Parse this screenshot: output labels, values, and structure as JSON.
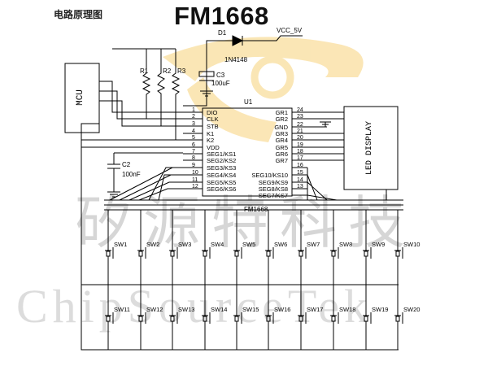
{
  "header": {
    "section_label": "电路原理图",
    "part_number": "FM1668"
  },
  "watermark": {
    "cn_text": "矽源特科技",
    "en_text": "ChipSourceTek",
    "logo_color": "#f7d27a",
    "text_color": "#b8b8b8"
  },
  "mcu": {
    "label": "MCU"
  },
  "display": {
    "label": "LED DISPLAY"
  },
  "chip": {
    "ref": "U1",
    "name": "FM1668",
    "left_pins": [
      {
        "num": "1",
        "name": "DIO"
      },
      {
        "num": "2",
        "name": "CLK"
      },
      {
        "num": "3",
        "name": "STB"
      },
      {
        "num": "4",
        "name": "K1"
      },
      {
        "num": "5",
        "name": "K2"
      },
      {
        "num": "6",
        "name": "VDD"
      },
      {
        "num": "7",
        "name": "SEG1/KS1"
      },
      {
        "num": "8",
        "name": "SEG2/KS2"
      },
      {
        "num": "9",
        "name": "SEG3/KS3"
      },
      {
        "num": "10",
        "name": "SEG4/KS4"
      },
      {
        "num": "11",
        "name": "SEG5/KS5"
      },
      {
        "num": "12",
        "name": "SEG6/KS6"
      }
    ],
    "right_pins": [
      {
        "num": "24",
        "name": "GR1"
      },
      {
        "num": "23",
        "name": "GR2"
      },
      {
        "num": "22",
        "name": "GND"
      },
      {
        "num": "21",
        "name": "GR3"
      },
      {
        "num": "20",
        "name": "GR4"
      },
      {
        "num": "19",
        "name": "GR5"
      },
      {
        "num": "18",
        "name": "GR6"
      },
      {
        "num": "17",
        "name": "GR7"
      },
      {
        "num": "16",
        "name": ""
      },
      {
        "num": "15",
        "name": "SEG10/KS10"
      },
      {
        "num": "14",
        "name": "SEG9/KS9"
      },
      {
        "num": "13",
        "name": "SEG8/KS8"
      },
      {
        "num": "",
        "name": "SEG7/KS7"
      }
    ]
  },
  "components": {
    "d1": {
      "ref": "D1",
      "value": "1N4148"
    },
    "vcc": {
      "label": "VCC_5V"
    },
    "c3": {
      "ref": "C3",
      "value": "100uF"
    },
    "c2": {
      "ref": "C2",
      "value": "100nF"
    },
    "resistors": [
      "R1",
      "R2",
      "R3"
    ]
  },
  "switches": {
    "top_row": [
      "SW1",
      "SW2",
      "SW3",
      "SW4",
      "SW5",
      "SW6",
      "SW7",
      "SW8",
      "SW9",
      "SW10"
    ],
    "bottom_row": [
      "SW11",
      "SW12",
      "SW13",
      "SW14",
      "SW15",
      "SW16",
      "SW17",
      "SW18",
      "SW19",
      "SW20"
    ]
  },
  "colors": {
    "wire": "#000000"
  }
}
